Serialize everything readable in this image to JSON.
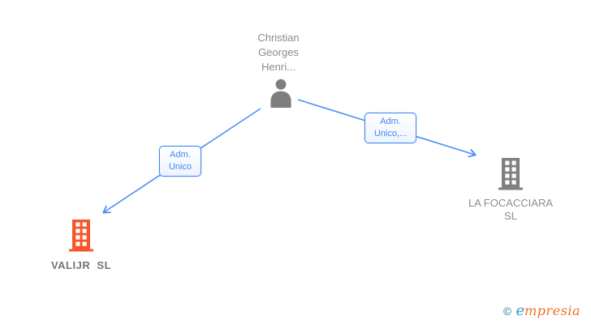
{
  "colors": {
    "edge_blue": "#4d8ef5",
    "label_blue": "#4285f4",
    "name_gray": "#8c8c8c",
    "bold_gray": "#757575",
    "person_gray": "#7e7e7e",
    "company_orange": "#f8562a",
    "company_gray": "#7f7f7f",
    "copyright_teal": "#1d7f95",
    "brand_blue": "#2e9bbf",
    "brand_orange": "#ef7023"
  },
  "graph": {
    "person": {
      "name_lines": [
        "Christian",
        "Georges",
        "Henri..."
      ],
      "icon": "person-icon"
    },
    "edges": [
      {
        "label": "Adm. Unico",
        "from": "person",
        "to": "VALIJR  SL"
      },
      {
        "label": "Adm. Unico,...",
        "from": "person",
        "to": "LA FOCACCIARA SL"
      }
    ],
    "companies": [
      {
        "name": "VALIJR  SL",
        "icon": "building-icon",
        "color": "#f8562a"
      },
      {
        "name": "LA FOCACCIARA SL",
        "icon": "building-icon",
        "color": "#7f7f7f"
      }
    ]
  },
  "footer": {
    "copyright": "©",
    "brand_first": "e",
    "brand_rest": "mpresia"
  }
}
